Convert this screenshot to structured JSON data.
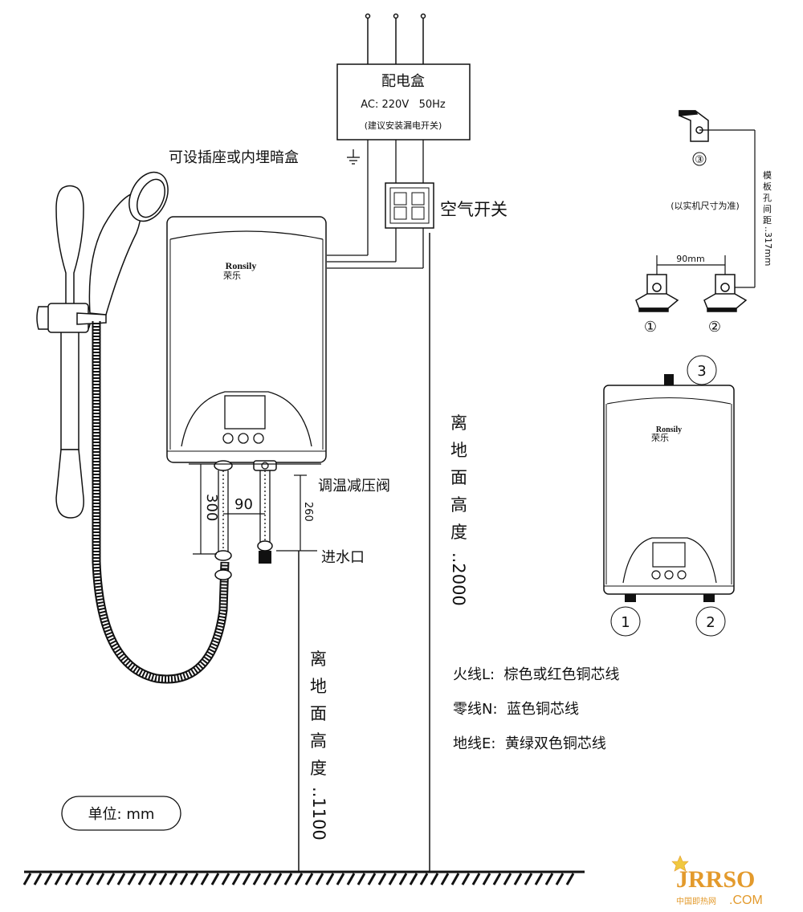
{
  "distribution_box": {
    "title": "配电盒",
    "spec": "AC: 220V   50Hz",
    "note": "(建议安装漏电开关)"
  },
  "socket_label": "可设插座或内埋暗盒",
  "air_switch_label": "空气开关",
  "brand": {
    "name": "Ronsily",
    "chinese": "荣乐"
  },
  "dimensions": {
    "pipe_height": "300",
    "pipe_spacing": "90",
    "valve_height": "260"
  },
  "valve_label": "调温减压阀",
  "inlet_label": "进水口",
  "height_2000": [
    "离",
    "地",
    "面",
    "高",
    "度",
    "..2000"
  ],
  "height_1100": [
    "离",
    "地",
    "面",
    "高",
    "度",
    "..1100"
  ],
  "wiring": {
    "live": "火线L:  棕色或红色铜芯线",
    "neutral": "零线N:  蓝色铜芯线",
    "earth": "地线E:  黄绿双色铜芯线"
  },
  "unit_label": "单位: mm",
  "mount": {
    "hole_spacing_vertical": [
      "模",
      "板",
      "孔",
      "间",
      "距",
      "..317mm"
    ],
    "note": "(以实机尺寸为准)",
    "bracket_spacing": "90mm",
    "bracket_labels": [
      "①",
      "②",
      "③"
    ],
    "heater_marks": [
      "3",
      "1",
      "2"
    ]
  },
  "watermark": {
    "logo": "JRRSO",
    "sub": "中国即热网",
    "com": ".COM"
  }
}
